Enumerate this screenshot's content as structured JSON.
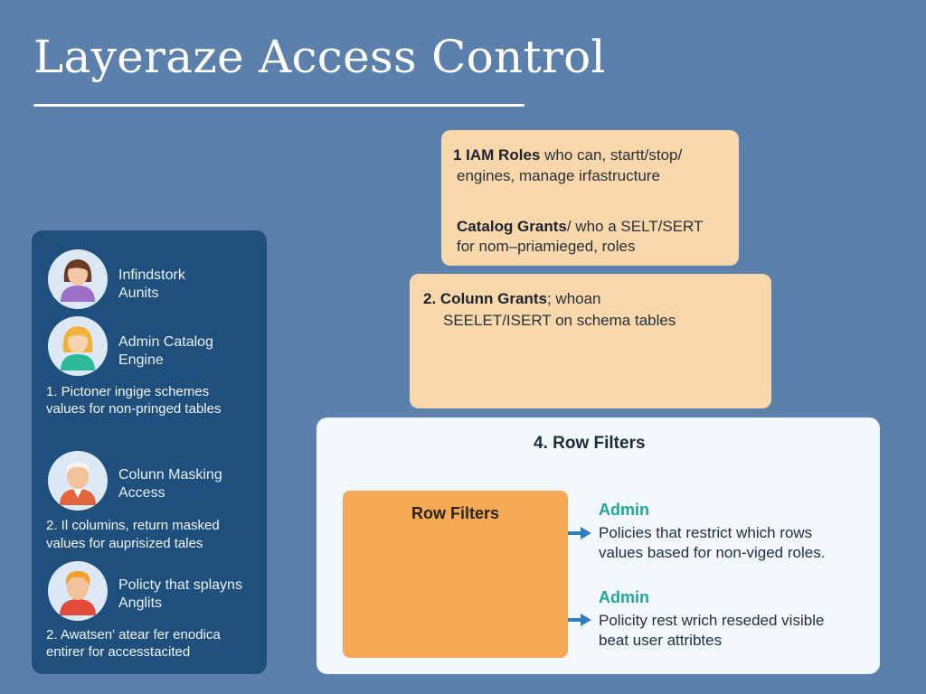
{
  "title": "Layeraze Access Control",
  "roles": [
    {
      "name_lines": [
        "Infindstork",
        "Aunits"
      ],
      "desc_lines": []
    },
    {
      "name_lines": [
        "Admin Catalog",
        "Engine"
      ],
      "desc_lines": [
        "1. Pictoner ingige schemes",
        "values for non-pringed tables"
      ]
    },
    {
      "name_lines": [
        "Colunn Masking",
        "Access"
      ],
      "desc_lines": [
        "2. Il columins, return masked",
        "values for auprisized tales"
      ]
    },
    {
      "name_lines": [
        "Policty that splayns",
        "Anglits"
      ],
      "desc_lines": [
        "2. Awatsen' atear fer enodica",
        "entirer for accesstacited"
      ]
    }
  ],
  "cards": {
    "iam": {
      "line1_bold": "1 IAM Roles",
      "line1_rest": " who can, startt/stop/",
      "line2": "engines, manage irfastructure",
      "line3_bold": "Catalog Grants",
      "line3_rest": "/ who a SELT/SERT",
      "line4": "for nom–priamieged, roles"
    },
    "column": {
      "line1_bold": "2. Colunn Grants",
      "line1_rest": "; whoan",
      "line2": "SEELET/ISERT on schema tables"
    },
    "rows": {
      "title": "4. Row Filters",
      "box_label": "Row Filters",
      "policies": [
        {
          "head": "Admin",
          "lines": [
            "Policies that restrict which rows",
            "values based for non-viged roles."
          ]
        },
        {
          "head": "Admin",
          "lines": [
            "Policity rest wrich reseded visible",
            "beat user attribtes"
          ]
        }
      ]
    }
  },
  "colors": {
    "background": "#5b80ac",
    "panel": "#1f4f7d",
    "card": "#f8d7ab",
    "bottom_card": "#f1f7fb",
    "orange": "#f5a955",
    "accent_teal": "#20a893",
    "arrow": "#2f7fc1"
  },
  "icons": [
    "avatar-woman-brown-hair-icon",
    "avatar-woman-blonde-icon",
    "avatar-man-white-hair-icon",
    "avatar-man-orange-hair-icon",
    "arrow-right-icon"
  ]
}
